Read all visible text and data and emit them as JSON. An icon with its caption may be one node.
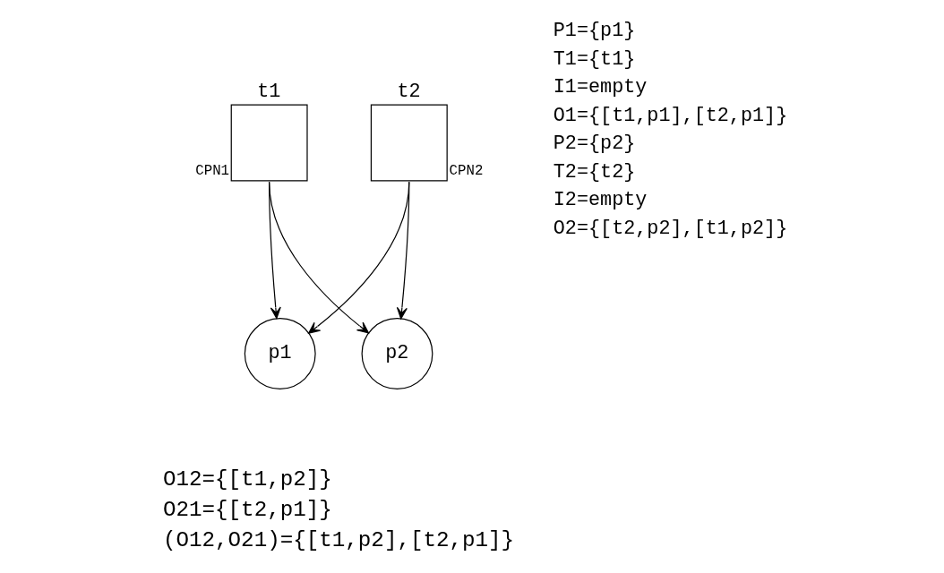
{
  "diagram": {
    "nodes": [
      {
        "text": [
          "t1"
        ],
        "beside": [
          "CPN1"
        ]
      },
      {
        "text": [
          "t2"
        ],
        "beside": [
          "CPN2"
        ]
      },
      {
        "text": [
          "p1"
        ]
      },
      {
        "text": [
          "p2"
        ]
      }
    ],
    "edges": [
      {
        "from": 0,
        "to": 2,
        "arrow": "to"
      },
      {
        "from": 0,
        "to": 3,
        "arrow": "to"
      },
      {
        "from": 1,
        "to": 2,
        "arrow": "to"
      },
      {
        "from": 1,
        "to": 3,
        "arrow": "to"
      }
    ],
    "labels": [
      "P1={p1}",
      "T1={t1}",
      "I1=empty",
      "O1={[t1,p1],[t2,p1]}",
      "P2={p2}",
      "T2={t2}",
      "I2=empty",
      "O2={[t2,p2],[t1,p2]}",
      "O12={[t1,p2]}",
      "O21={[t2,p1]}",
      "(O12,O21)={[t1,p2],[t2,p1]}"
    ]
  }
}
